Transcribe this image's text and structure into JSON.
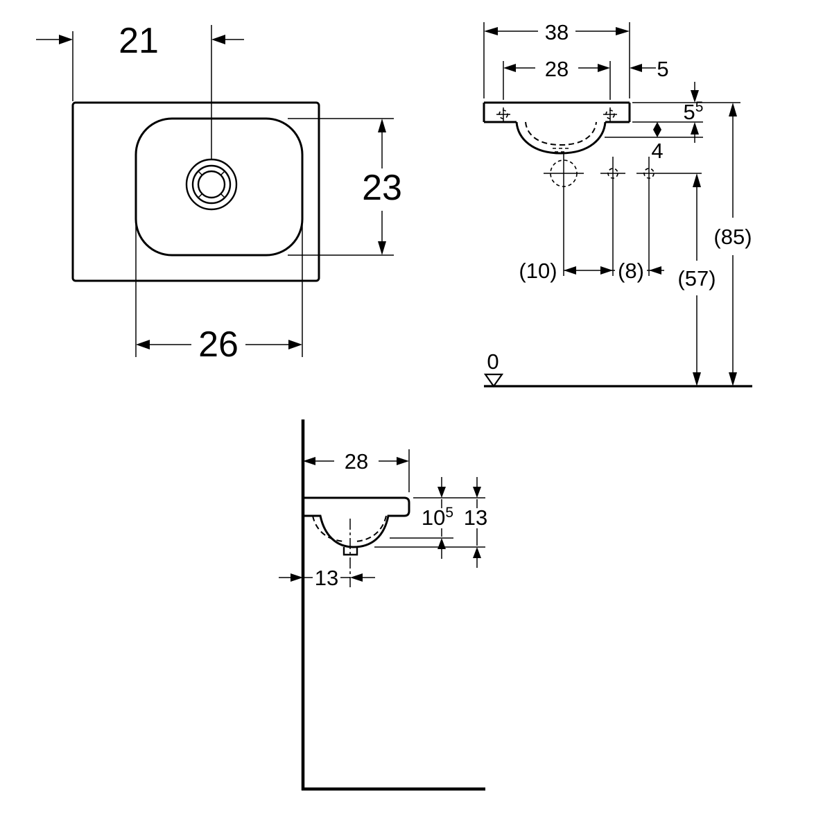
{
  "plan": {
    "center_offset": "21",
    "bowl_depth": "23",
    "bowl_width": "26"
  },
  "front": {
    "overall_width": "38",
    "tap_hole_width": "28",
    "side_offset": "5",
    "rim_thickness": {
      "value": "5",
      "sup": "5"
    },
    "under_rim_drop": "4",
    "hole_pitch_left": "(10)",
    "hole_pitch_right": "(8)",
    "drain_height": "(57)",
    "rim_height": "(85)",
    "datum": "0"
  },
  "side": {
    "overall_depth": "28",
    "inner_depth": {
      "value": "10",
      "sup": "5"
    },
    "total_depth": "13",
    "drain_offset": "13"
  }
}
